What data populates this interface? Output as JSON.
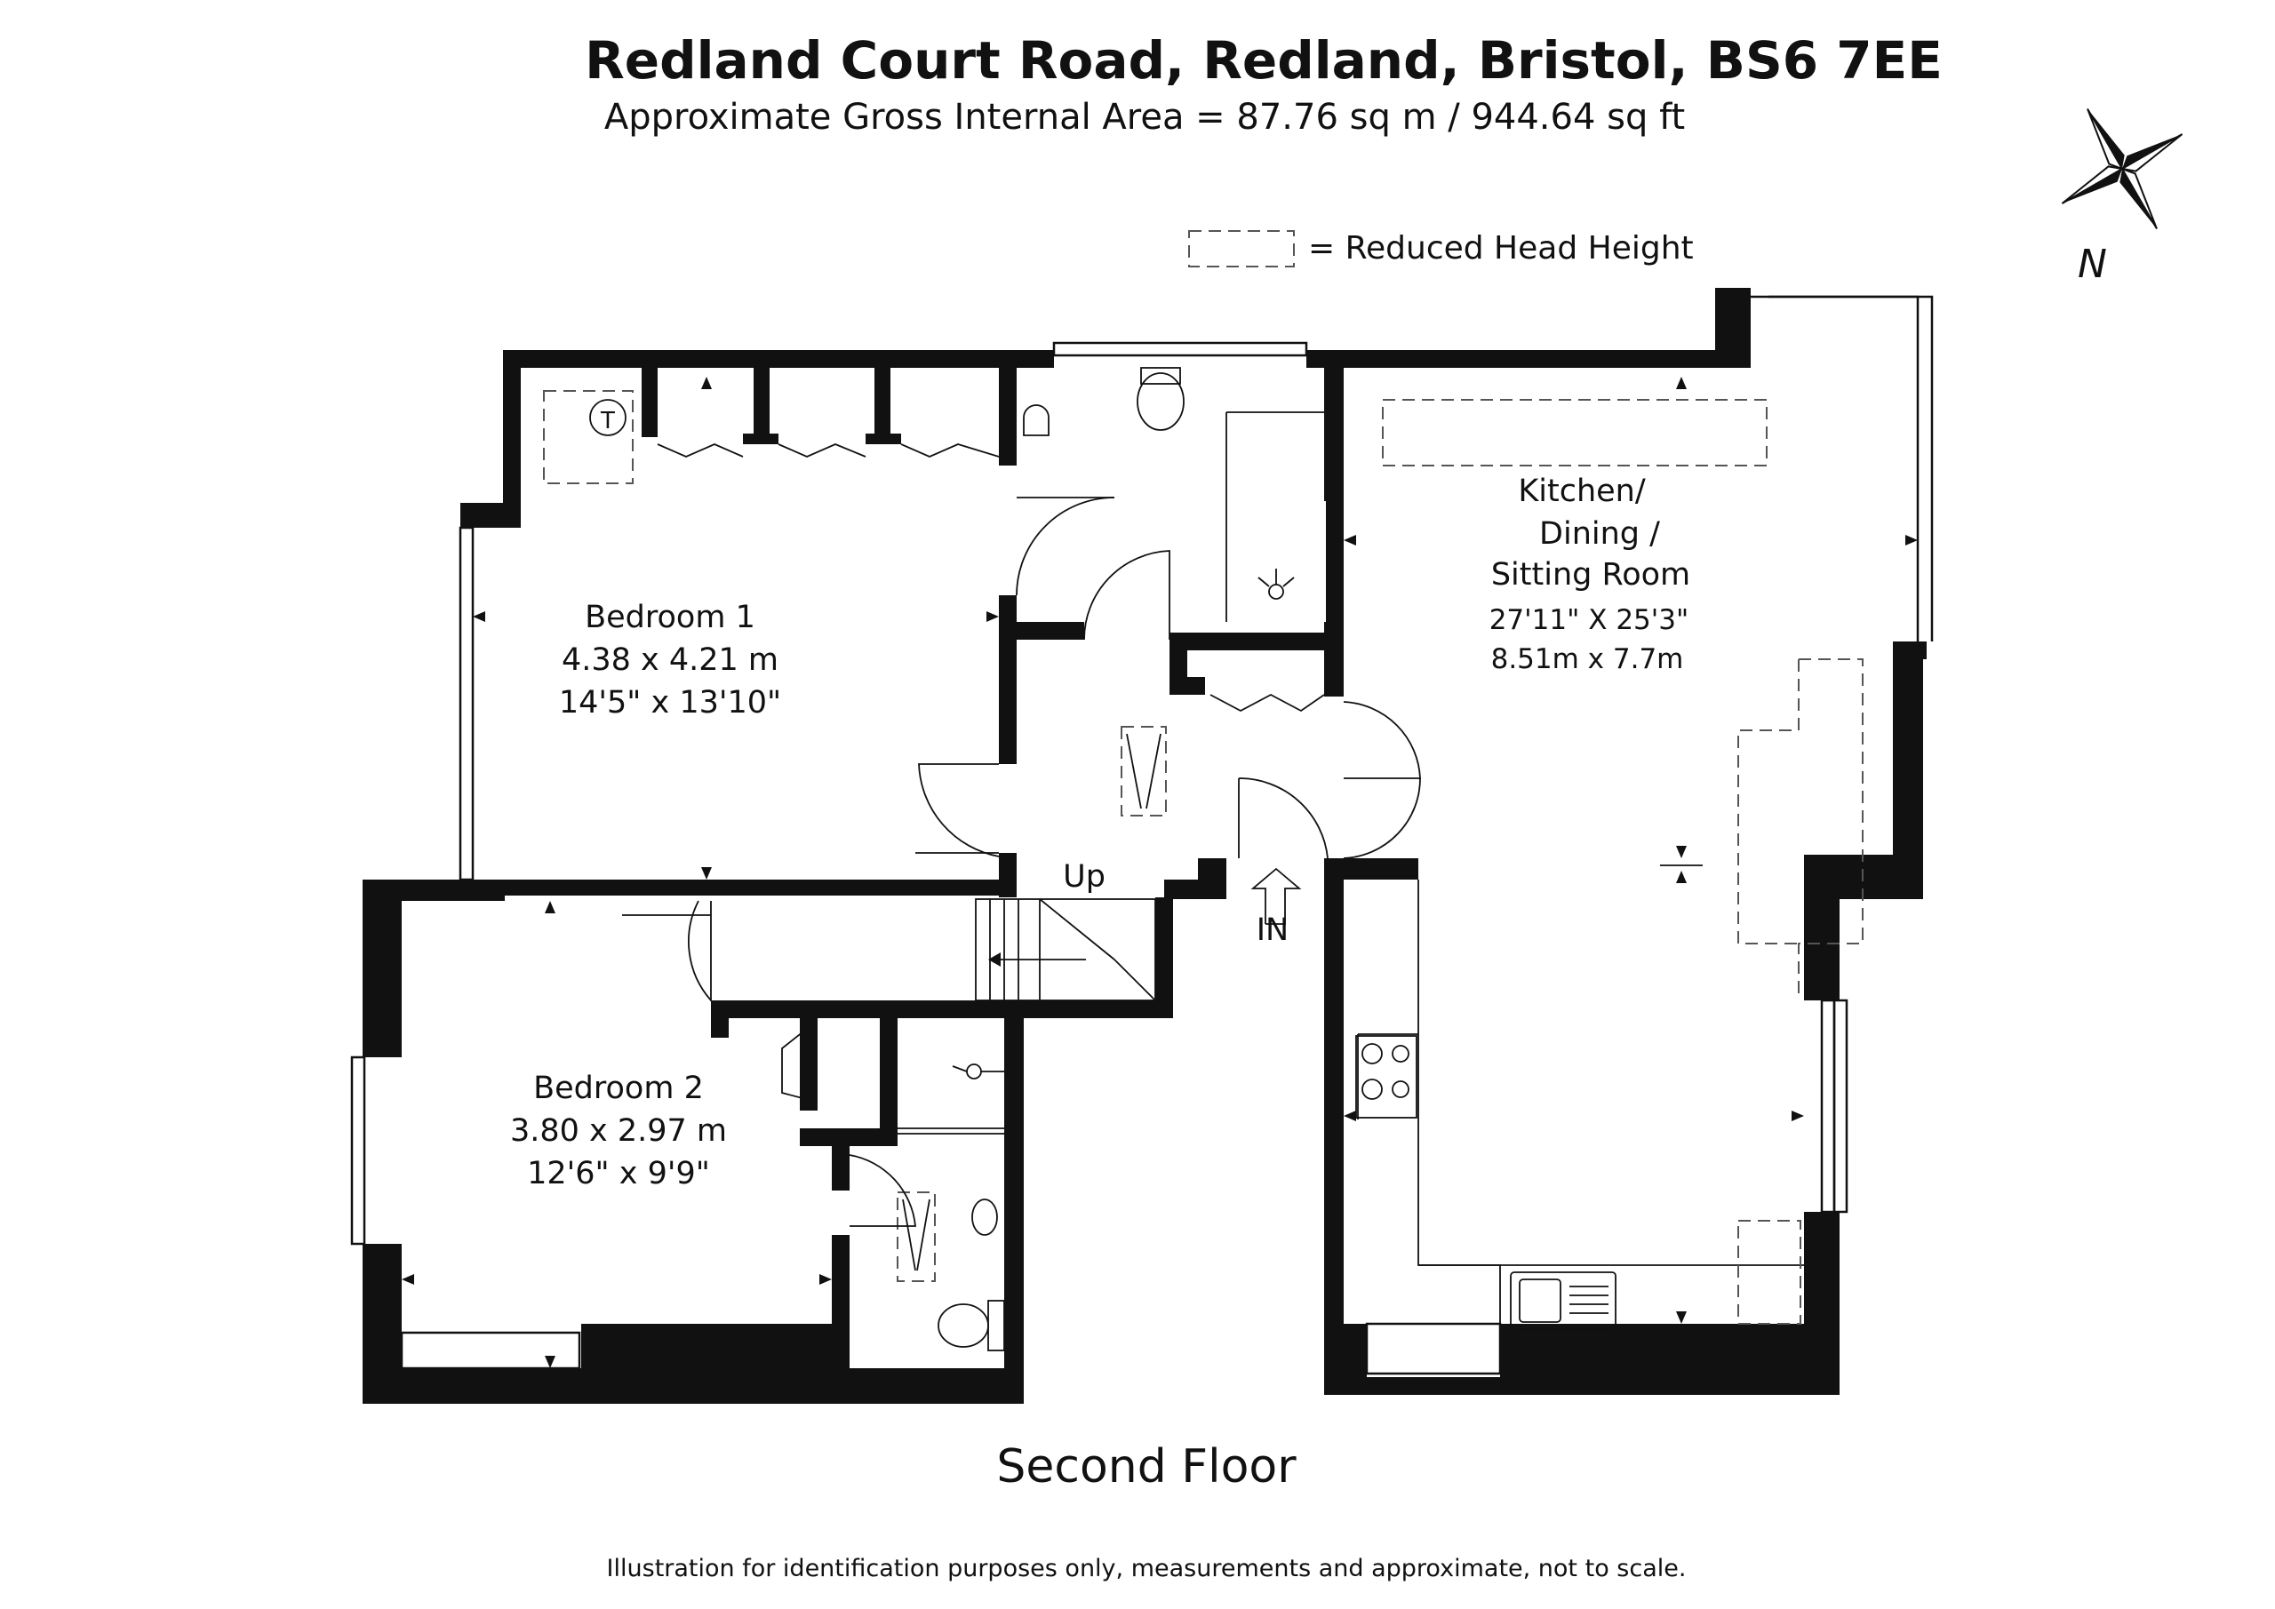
{
  "header": {
    "title": "Redland Court Road, Redland, Bristol, BS6 7EE",
    "area": "Approximate Gross Internal Area = 87.76 sq m / 944.64 sq ft"
  },
  "legend": {
    "label": "= Reduced Head Height"
  },
  "compass": {
    "label": "N"
  },
  "rooms": {
    "bedroom1": {
      "name": "Bedroom 1",
      "metric": "4.38 x 4.21 m",
      "imperial": "14'5\" x 13'10\""
    },
    "bedroom2": {
      "name": "Bedroom 2",
      "metric": "3.80 x 2.97 m",
      "imperial": "12'6\" x 9'9\""
    },
    "kitchen": {
      "name_line1": "Kitchen/",
      "name_line2": "Dining /",
      "name_line3": "Sitting Room",
      "imperial": "27'11\" X 25'3\"",
      "metric": "8.51m x 7.7m"
    }
  },
  "labels": {
    "up": "Up",
    "in": "IN",
    "cylinder": "T"
  },
  "floor_name": "Second Floor",
  "footer": "Illustration for identification purposes only, measurements and approximate, not to scale."
}
